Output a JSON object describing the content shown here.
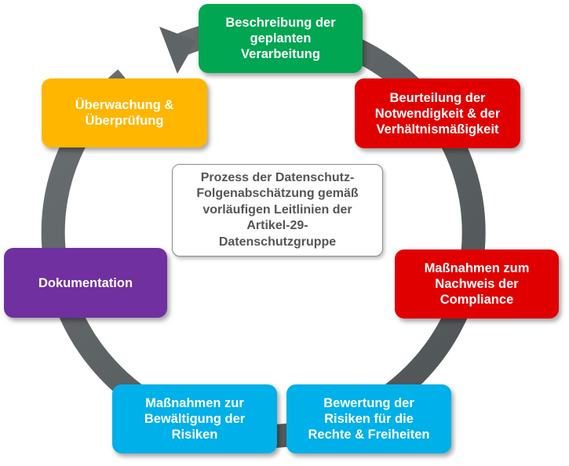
{
  "center_title": "Prozess der Datenschutz-\nFolgenabschätzung gemäß\nvorläufigen Leitlinien der\nArtikel-29-\nDatenschutzgruppe",
  "steps": [
    {
      "label": "Beschreibung der\ngeplanten\nVerarbeitung",
      "color": "#00a651"
    },
    {
      "label": "Beurteilung der\nNotwendigkeit & der\nVerhältnismäßigkeit",
      "color": "#e00000"
    },
    {
      "label": "Maßnahmen zum\nNachweis der\nCompliance",
      "color": "#e00000"
    },
    {
      "label": "Bewertung der\nRisiken für die\nRechte & Freiheiten",
      "color": "#00b0e8"
    },
    {
      "label": "Maßnahmen zur\nBewältigung der\nRisiken",
      "color": "#00b0e8"
    },
    {
      "label": "Dokumentation",
      "color": "#7030a0"
    },
    {
      "label": "Überwachung &\nÜberprüfung",
      "color": "#ffb600"
    }
  ],
  "colors": {
    "ring": "#5f6466",
    "center_text": "#555555"
  }
}
